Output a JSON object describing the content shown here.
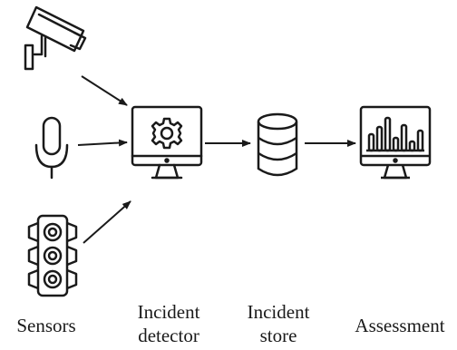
{
  "nodes": {
    "sensors": {
      "label": "Sensors"
    },
    "incident_detector": {
      "label_line1": "Incident",
      "label_line2": "detector"
    },
    "incident_store": {
      "label_line1": "Incident",
      "label_line2": "store"
    },
    "assessment": {
      "label": "Assessment"
    }
  },
  "edges": [
    {
      "from": "camera",
      "to": "incident_detector"
    },
    {
      "from": "microphone",
      "to": "incident_detector"
    },
    {
      "from": "traffic_light",
      "to": "incident_detector"
    },
    {
      "from": "incident_detector",
      "to": "incident_store"
    },
    {
      "from": "incident_store",
      "to": "assessment"
    }
  ],
  "colors": {
    "stroke": "#1a1a1a",
    "background": "#ffffff"
  },
  "icons": [
    "security-camera-icon",
    "microphone-icon",
    "traffic-light-icon",
    "gear-monitor-icon",
    "database-icon",
    "bar-chart-monitor-icon"
  ]
}
